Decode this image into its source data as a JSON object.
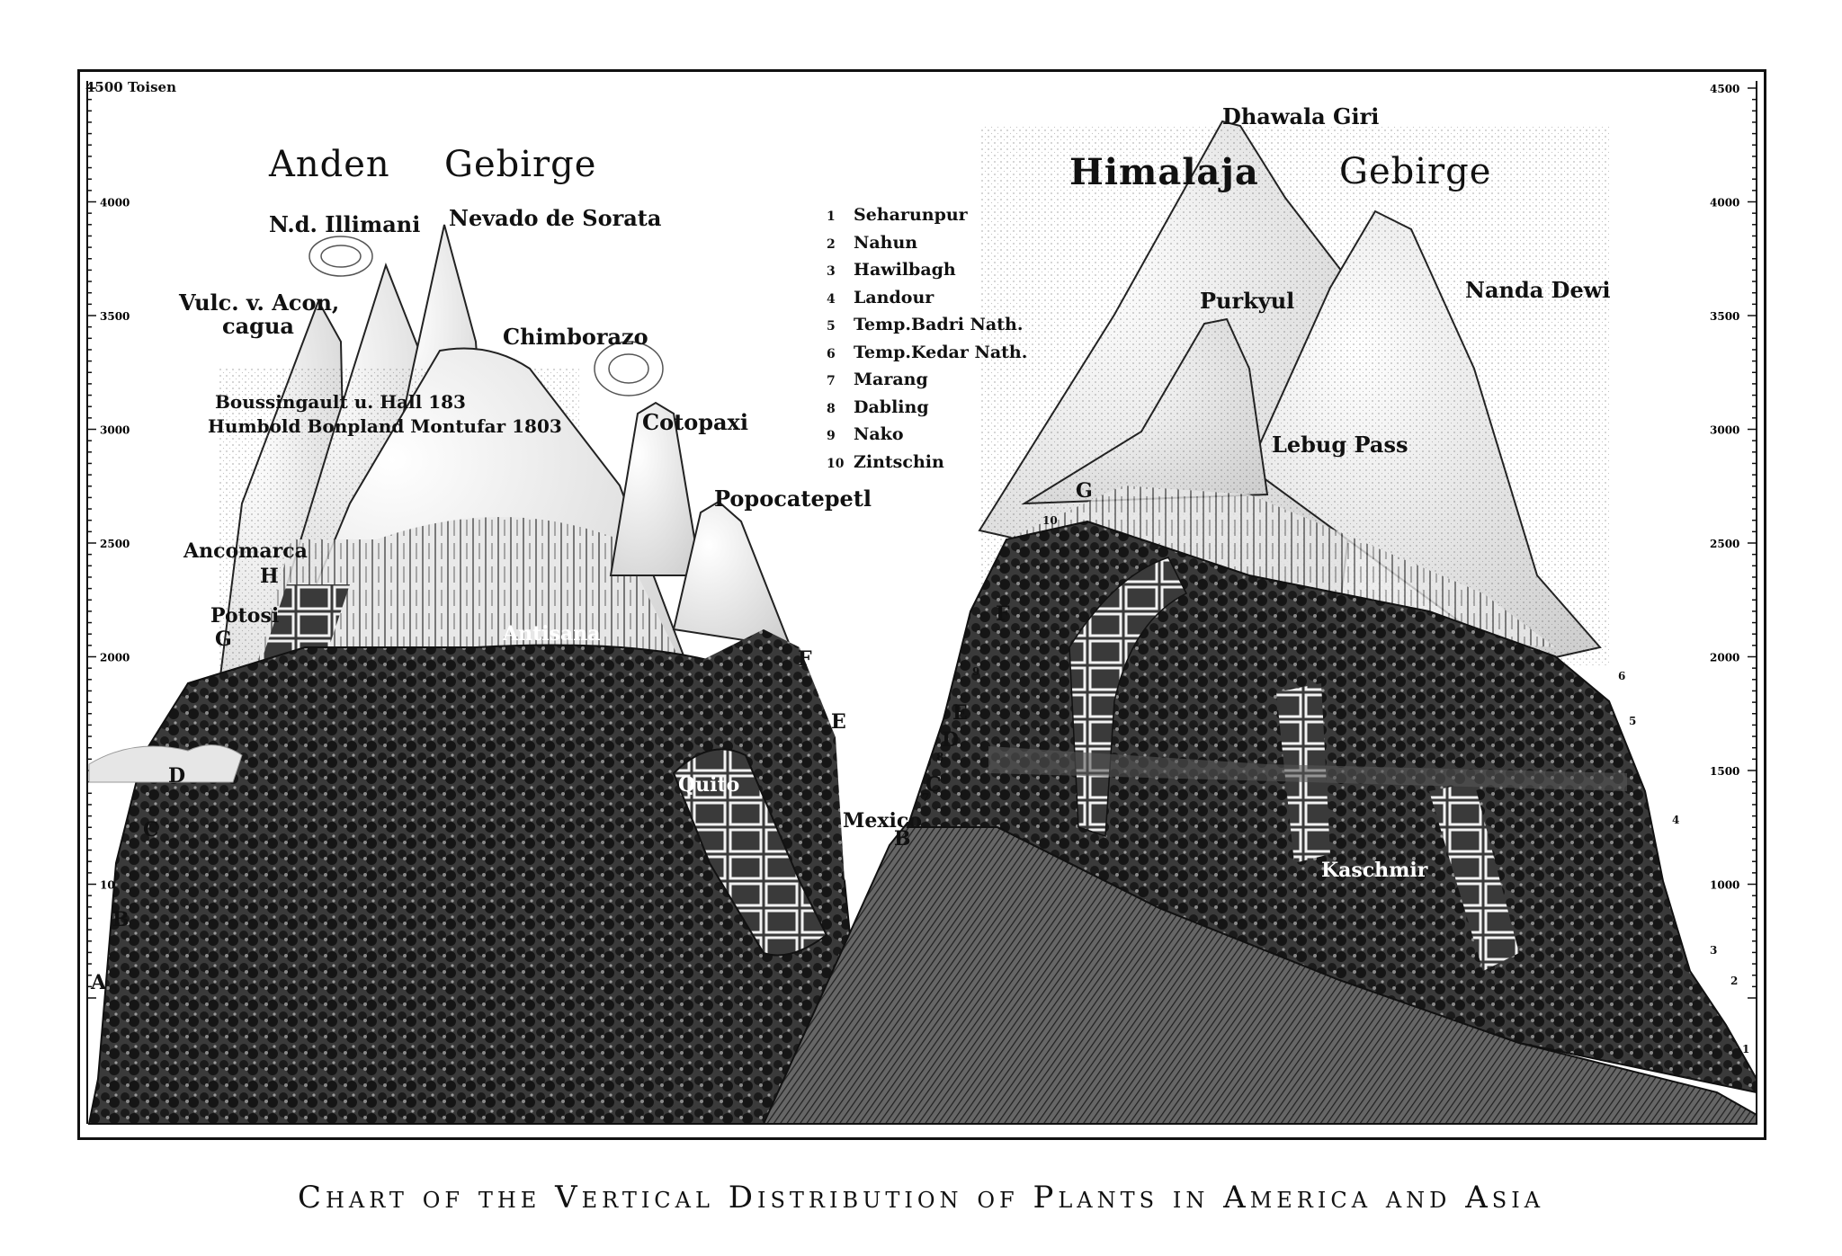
{
  "caption": "Chart of the Vertical Distribution of Plants in America and Asia",
  "scale": {
    "unit_label": "4500 Toisen",
    "left_ticks": [
      "4500",
      "4000",
      "3500",
      "3000",
      "2500",
      "2000",
      "1500",
      "1000"
    ],
    "right_ticks": [
      "4500",
      "4000",
      "3500",
      "3000",
      "2500",
      "2000",
      "1500",
      "1000"
    ]
  },
  "andes": {
    "title_left": "Anden",
    "title_right": "Gebirge",
    "peaks": {
      "illimani": "N.d. Illimani",
      "sorata": "Nevado de Sorata",
      "aconcagua_1": "Vulc. v. Acon,",
      "aconcagua_2": "cagua",
      "chimborazo": "Chimborazo",
      "cotopaxi": "Cotopaxi",
      "popocatepetl": "Popocatepetl"
    },
    "notes": {
      "boussingault": "Boussingault u. Hall 183",
      "humboldt": "Humbold Bonpland Montufar 1803"
    },
    "places": {
      "ancomarca": "Ancomarca",
      "potosi": "Potosi",
      "antisana": "Antisana",
      "quito": "Quito",
      "mexico": "Mexico"
    },
    "zone_letters": [
      "A",
      "B",
      "C",
      "D",
      "G",
      "H",
      "F",
      "E"
    ]
  },
  "himalaya": {
    "title_left": "Himalaja",
    "title_right": "Gebirge",
    "peaks": {
      "dhawala": "Dhawala Giri",
      "purkyul": "Purkyul",
      "nanda": "Nanda Dewi",
      "lebug": "Lebug Pass"
    },
    "places": {
      "kaschmir": "Kaschmir"
    },
    "zone_letters": [
      "G",
      "F",
      "E",
      "D",
      "C",
      "B"
    ],
    "number_markers": [
      "10",
      "9",
      "8",
      "7",
      "6",
      "5",
      "4",
      "3",
      "2",
      "1"
    ]
  },
  "legend": [
    {
      "num": "1",
      "name": "Seharunpur"
    },
    {
      "num": "2",
      "name": "Nahun"
    },
    {
      "num": "3",
      "name": "Hawilbagh"
    },
    {
      "num": "4",
      "name": "Landour"
    },
    {
      "num": "5",
      "name": "Temp.Badri Nath."
    },
    {
      "num": "6",
      "name": "Temp.Kedar Nath."
    },
    {
      "num": "7",
      "name": "Marang"
    },
    {
      "num": "8",
      "name": "Dabling"
    },
    {
      "num": "9",
      "name": "Nako"
    },
    {
      "num": "10",
      "name": "Zintschin"
    }
  ],
  "colors": {
    "ink": "#111111",
    "paper": "#ffffff",
    "forest": "#2b2b2b",
    "snow": "#f4f4f4"
  }
}
